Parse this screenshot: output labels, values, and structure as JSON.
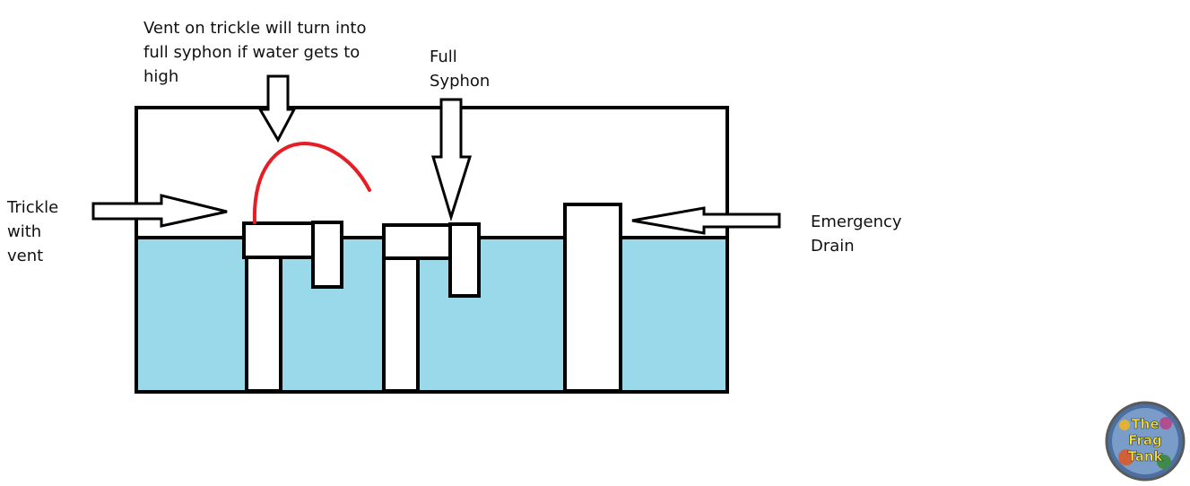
{
  "labels": {
    "vent_note": "Vent on trickle will turn into\nfull syphon if water gets to\nhigh",
    "full_syphon": "Full\nSyphon",
    "trickle": "Trickle\n with\nvent",
    "emergency": "Emergency\nDrain"
  },
  "logo": {
    "text": [
      "The",
      "Frag",
      "Tank"
    ]
  },
  "colors": {
    "water": "#99d9ea",
    "outline": "#000000",
    "vent": "#e81c24",
    "background": "#ffffff"
  }
}
